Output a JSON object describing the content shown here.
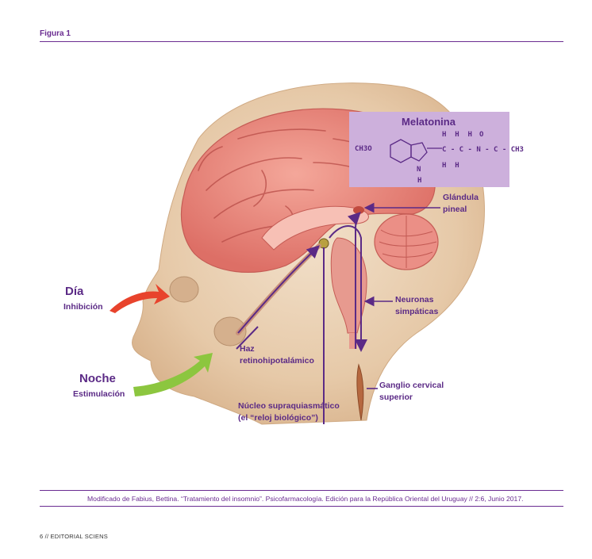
{
  "figure": {
    "title": "Figura 1"
  },
  "labels": {
    "dia": "Día",
    "inhibicion": "Inhibición",
    "noche": "Noche",
    "estimulacion": "Estimulación",
    "haz_1": "Haz",
    "haz_2": "retinohipotalámico",
    "nucleo_1": "Núcleo supraquiasmático",
    "nucleo_2": "(el “reloj biológico”)",
    "pineal_1": "Glándula",
    "pineal_2": "pineal",
    "neuronas_1": "Neuronas",
    "neuronas_2": "simpáticas",
    "ganglio_1": "Ganglio cervical",
    "ganglio_2": "superior"
  },
  "melatonin": {
    "title": "Melatonina",
    "ch3o": "CH3O",
    "ch3": "CH3",
    "h_row_top": "H  H  H",
    "h_row_bottom": "H  H",
    "ring_nh": "N",
    "ring_h": "H",
    "carbonyl_o": "O",
    "chain": "C - C - N - C - CH3"
  },
  "caption": "Modificado de Fabius, Bettina. “Tratamiento del insomnio”. Psicofarmacología. Edición para la República Oriental del Uruguay // 2:6, Junio 2017.",
  "footer": "6 // EDITORIAL SCIENS",
  "colors": {
    "accent_purple": "#6a2c91",
    "arrow_red": "#e8432c",
    "arrow_green": "#8cc63f",
    "melatonin_box": "#cdb0dc",
    "skin": "#e8cdb0",
    "brain": "#e98a80"
  }
}
